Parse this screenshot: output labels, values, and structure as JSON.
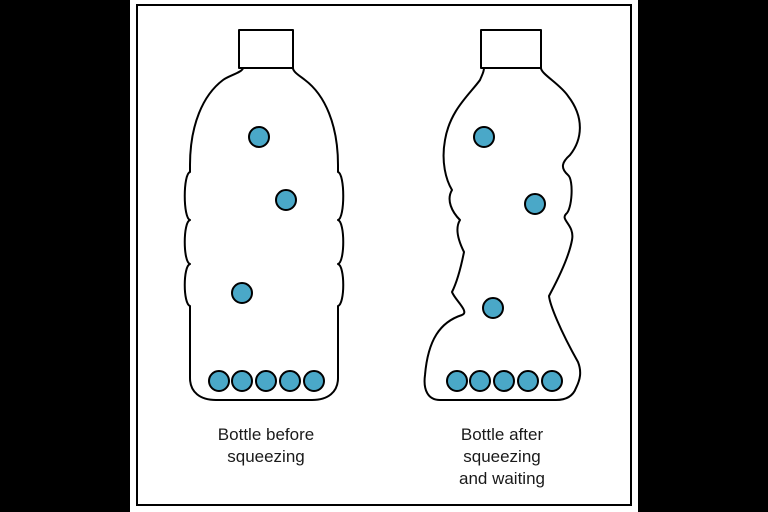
{
  "captions": {
    "before": [
      "Bottle before",
      "squeezing"
    ],
    "after": [
      "Bottle after",
      "squeezing",
      "and waiting"
    ]
  },
  "colors": {
    "background": "#000000",
    "panel": "#ffffff",
    "outline": "#000000",
    "diver_fill": "#4aa8c8"
  },
  "bottles": {
    "before": {
      "floating_divers": 3,
      "sunk_divers": 5
    },
    "after": {
      "floating_divers": 3,
      "sunk_divers": 5
    }
  }
}
